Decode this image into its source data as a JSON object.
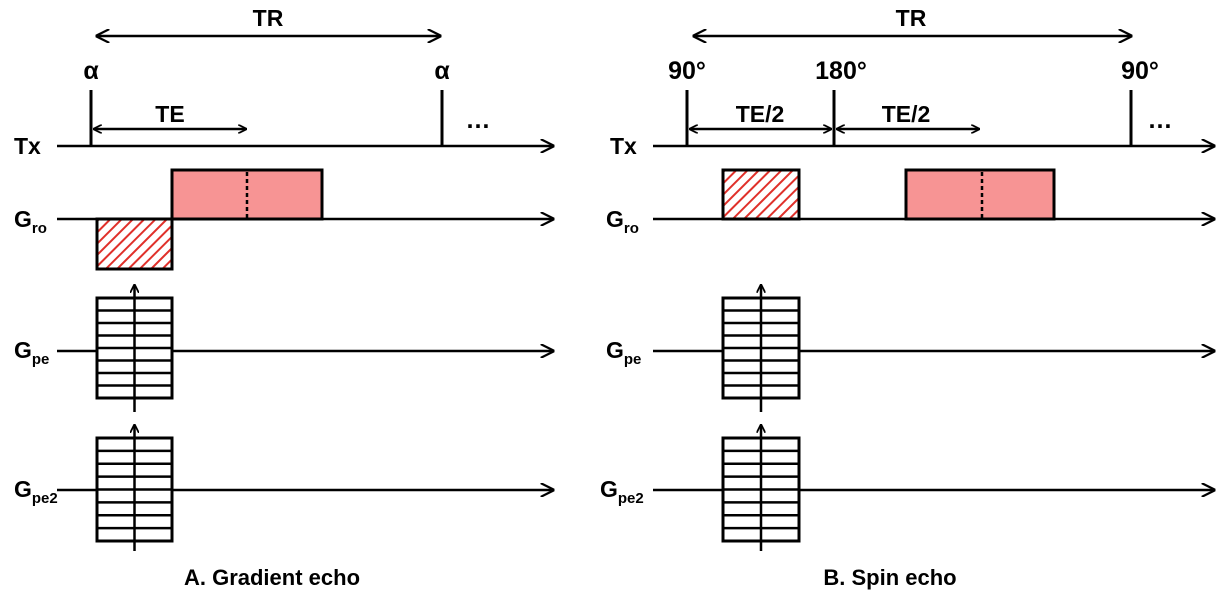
{
  "panel_a": {
    "caption": "A. Gradient echo",
    "tr_label": "TR",
    "te_label": "TE",
    "pulse1_label": "α",
    "pulse2_label": "α",
    "ellipsis": "…"
  },
  "panel_b": {
    "caption": "B. Spin echo",
    "tr_label": "TR",
    "te_half_label_1": "TE/2",
    "te_half_label_2": "TE/2",
    "pulse1_label": "90°",
    "pulse2_label": "180°",
    "pulse3_label": "90°",
    "ellipsis": "…"
  },
  "row_labels": {
    "tx": "Tx",
    "g": "G",
    "ro_sub": "ro",
    "pe_sub": "pe",
    "pe2_sub": "pe2"
  },
  "colors": {
    "readout_fill": "#f79494",
    "prephaser_hatch": "#e0302a",
    "line": "#000000"
  }
}
